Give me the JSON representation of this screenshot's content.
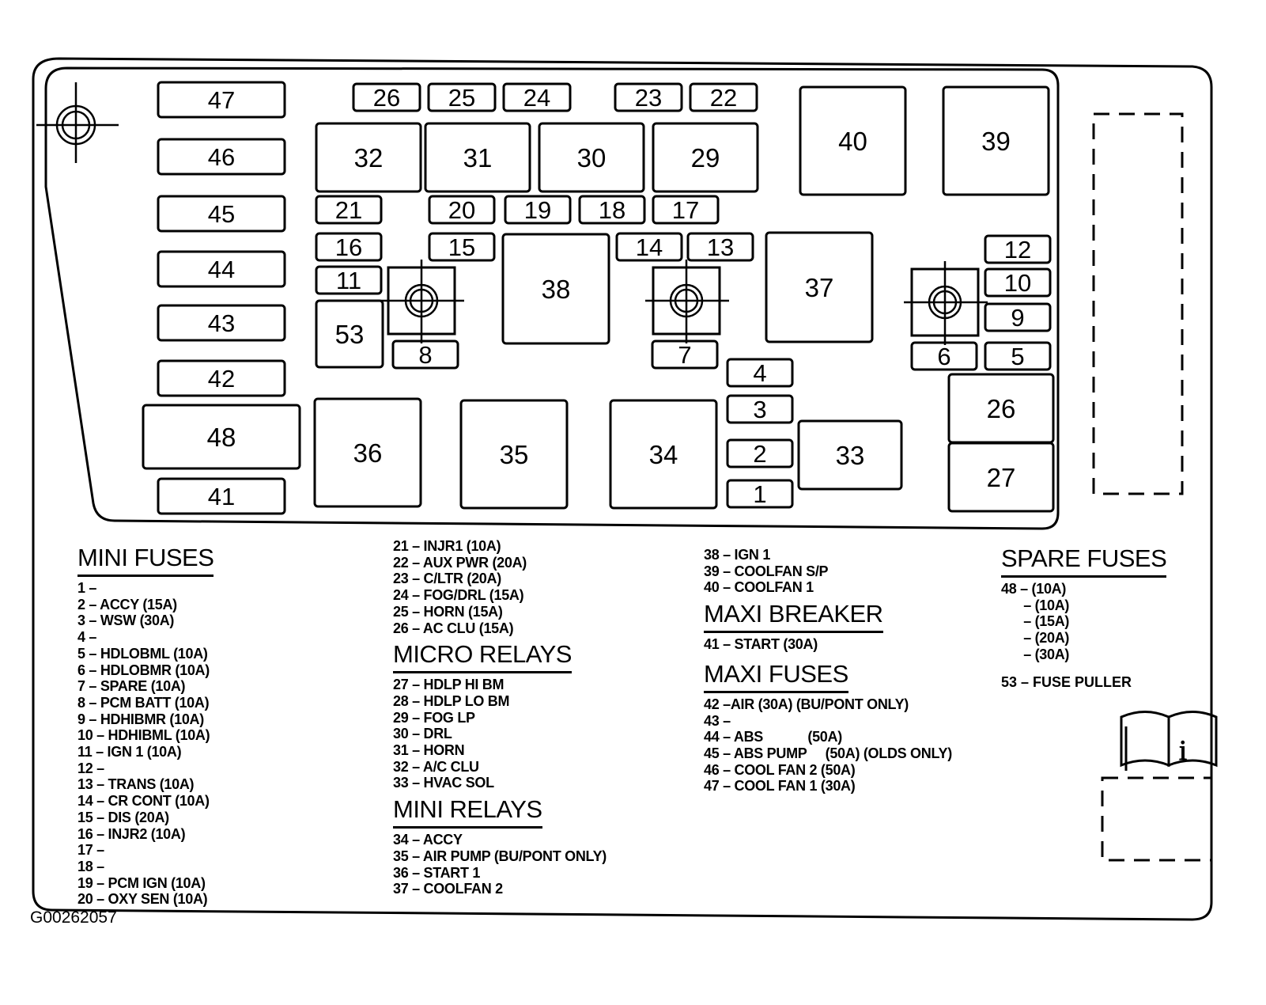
{
  "figure_id": "G00262057",
  "boxes": [
    {
      "id": "47",
      "label": "47"
    },
    {
      "id": "46",
      "label": "46"
    },
    {
      "id": "45",
      "label": "45"
    },
    {
      "id": "44",
      "label": "44"
    },
    {
      "id": "43",
      "label": "43"
    },
    {
      "id": "42",
      "label": "42"
    },
    {
      "id": "48",
      "label": "48"
    },
    {
      "id": "41",
      "label": "41"
    },
    {
      "id": "26a",
      "label": "26"
    },
    {
      "id": "25",
      "label": "25"
    },
    {
      "id": "24",
      "label": "24"
    },
    {
      "id": "23",
      "label": "23"
    },
    {
      "id": "22",
      "label": "22"
    },
    {
      "id": "32",
      "label": "32"
    },
    {
      "id": "31",
      "label": "31"
    },
    {
      "id": "30",
      "label": "30"
    },
    {
      "id": "29",
      "label": "29"
    },
    {
      "id": "40",
      "label": "40"
    },
    {
      "id": "39",
      "label": "39"
    },
    {
      "id": "21",
      "label": "21"
    },
    {
      "id": "20",
      "label": "20"
    },
    {
      "id": "19",
      "label": "19"
    },
    {
      "id": "18",
      "label": "18"
    },
    {
      "id": "17",
      "label": "17"
    },
    {
      "id": "16",
      "label": "16"
    },
    {
      "id": "15",
      "label": "15"
    },
    {
      "id": "14",
      "label": "14"
    },
    {
      "id": "13",
      "label": "13"
    },
    {
      "id": "12",
      "label": "12"
    },
    {
      "id": "11",
      "label": "11"
    },
    {
      "id": "10",
      "label": "10"
    },
    {
      "id": "9",
      "label": "9"
    },
    {
      "id": "38",
      "label": "38"
    },
    {
      "id": "37",
      "label": "37"
    },
    {
      "id": "53",
      "label": "53"
    },
    {
      "id": "8",
      "label": "8"
    },
    {
      "id": "7",
      "label": "7"
    },
    {
      "id": "6",
      "label": "6"
    },
    {
      "id": "5",
      "label": "5"
    },
    {
      "id": "4",
      "label": "4"
    },
    {
      "id": "3",
      "label": "3"
    },
    {
      "id": "2",
      "label": "2"
    },
    {
      "id": "1",
      "label": "1"
    },
    {
      "id": "36",
      "label": "36"
    },
    {
      "id": "35",
      "label": "35"
    },
    {
      "id": "34",
      "label": "34"
    },
    {
      "id": "33",
      "label": "33"
    },
    {
      "id": "26b",
      "label": "26"
    },
    {
      "id": "27",
      "label": "27"
    }
  ],
  "legend": {
    "mini_fuses": {
      "heading": "MINI FUSES",
      "items": [
        "1 –",
        "2 – ACCY (15A)",
        "3 – WSW (30A)",
        "4 –",
        "5 – HDLOBML (10A)",
        "6 – HDLOBMR (10A)",
        "7 – SPARE (10A)",
        "8 – PCM BATT (10A)",
        "9 – HDHIBMR (10A)",
        "10 – HDHIBML (10A)",
        "11 – IGN 1 (10A)",
        "12 –",
        "13 – TRANS (10A)",
        "14 – CR CONT (10A)",
        "15 – DIS (20A)",
        "16 – INJR2 (10A)",
        "17 –",
        "18 –",
        "19 – PCM IGN (10A)",
        "20 – OXY SEN (10A)"
      ],
      "items_cont": [
        "21 – INJR1 (10A)",
        "22 – AUX PWR (20A)",
        "23 – C/LTR (20A)",
        "24 – FOG/DRL (15A)",
        "25 – HORN (15A)",
        "26 – AC CLU (15A)"
      ]
    },
    "micro_relays": {
      "heading": "MICRO RELAYS",
      "items": [
        "27 – HDLP HI BM",
        "28 – HDLP LO BM",
        "29 – FOG LP",
        "30 – DRL",
        "31 – HORN",
        "32 – A/C CLU",
        "33 – HVAC SOL"
      ]
    },
    "mini_relays": {
      "heading": "MINI RELAYS",
      "items": [
        "34 – ACCY",
        "35 – AIR PUMP (BU/PONT ONLY)",
        "36 – START 1",
        "37 – COOLFAN 2"
      ],
      "items_cont": [
        "38 – IGN 1",
        "39 – COOLFAN S/P",
        "40 – COOLFAN 1"
      ]
    },
    "maxi_breaker": {
      "heading": "MAXI BREAKER",
      "items": [
        "41 – START (30A)"
      ]
    },
    "maxi_fuses": {
      "heading": "MAXI FUSES",
      "items": [
        "42 –AIR (30A) (BU/PONT ONLY)",
        "43 –",
        "44 – ABS            (50A)",
        "45 – ABS PUMP     (50A) (OLDS ONLY)",
        "46 – COOL FAN 2 (50A)",
        "47 – COOL FAN 1 (30A)"
      ]
    },
    "spare_fuses": {
      "heading": "SPARE FUSES",
      "items": [
        "48 – (10A)",
        "      – (10A)",
        "      – (15A)",
        "      – (20A)",
        "      – (30A)"
      ]
    },
    "fuse_puller": "53 – FUSE PULLER"
  }
}
